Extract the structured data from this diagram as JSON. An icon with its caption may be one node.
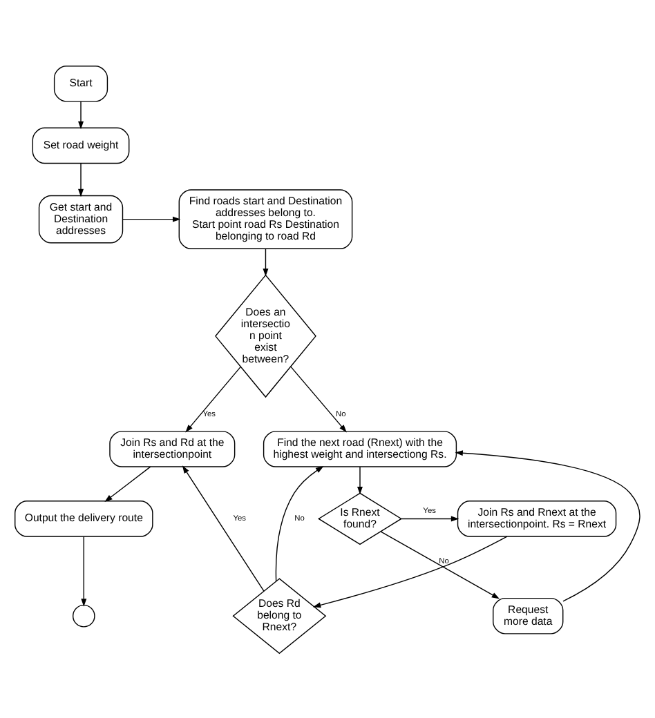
{
  "diagram": {
    "nodes": [
      {
        "text": [
          "Start"
        ]
      },
      {
        "text": [
          "Set road weight"
        ]
      },
      {
        "text": [
          "Get start and Destination addresses"
        ]
      },
      {
        "text": [
          "Find roads start and Destination addresses belong to.",
          "Start point road Rs Destination belonging to road Rd"
        ]
      },
      {
        "text": [
          "Does an intersectio n point exist between?"
        ]
      },
      {
        "text": [
          "Join Rs and Rd at the intersectionpoint"
        ]
      },
      {
        "text": [
          "Find the next road (Rnext) with the highest weight and intersectiong Rs."
        ]
      },
      {
        "text": [
          "Does Rd belong to Rnext?"
        ]
      },
      {
        "text": [
          "Output the delivery route"
        ]
      },
      {
        "text": [
          "Is Rnext found?"
        ]
      },
      {
        "text": [
          "Join Rs and Rnext at the intersectionpoint. Rs = Rnext"
        ]
      },
      {
        "text": [
          "Request more data"
        ]
      },
      {
        "text": [],
        "shape": "circle"
      }
    ],
    "edges": [
      {
        "from": 0,
        "to": 1,
        "arrow": "to"
      },
      {
        "from": 1,
        "to": 2,
        "arrow": "to"
      },
      {
        "from": 2,
        "to": 3,
        "arrow": "to"
      },
      {
        "from": 3,
        "to": 4,
        "arrow": "to"
      },
      {
        "from": 4,
        "to": 5,
        "label": "Yes",
        "arrow": "to"
      },
      {
        "from": 4,
        "to": 6,
        "label": "No",
        "arrow": "to"
      },
      {
        "from": 7,
        "to": 5,
        "label": "Yes",
        "arrow": "to"
      },
      {
        "from": 7,
        "to": 6,
        "label": "No",
        "arrow": "to"
      },
      {
        "from": 5,
        "to": 8,
        "arrow": "to"
      },
      {
        "from": 6,
        "to": 9,
        "arrow": "to"
      },
      {
        "from": 9,
        "to": 10,
        "label": "Yes",
        "arrow": "to"
      },
      {
        "from": 9,
        "to": 11,
        "label": "No",
        "arrow": "to"
      },
      {
        "from": 10,
        "to": 7,
        "arrow": "to"
      },
      {
        "from": 11,
        "to": 6,
        "arrow": "to"
      },
      {
        "from": 8,
        "to": 12,
        "arrow": "to"
      }
    ]
  }
}
